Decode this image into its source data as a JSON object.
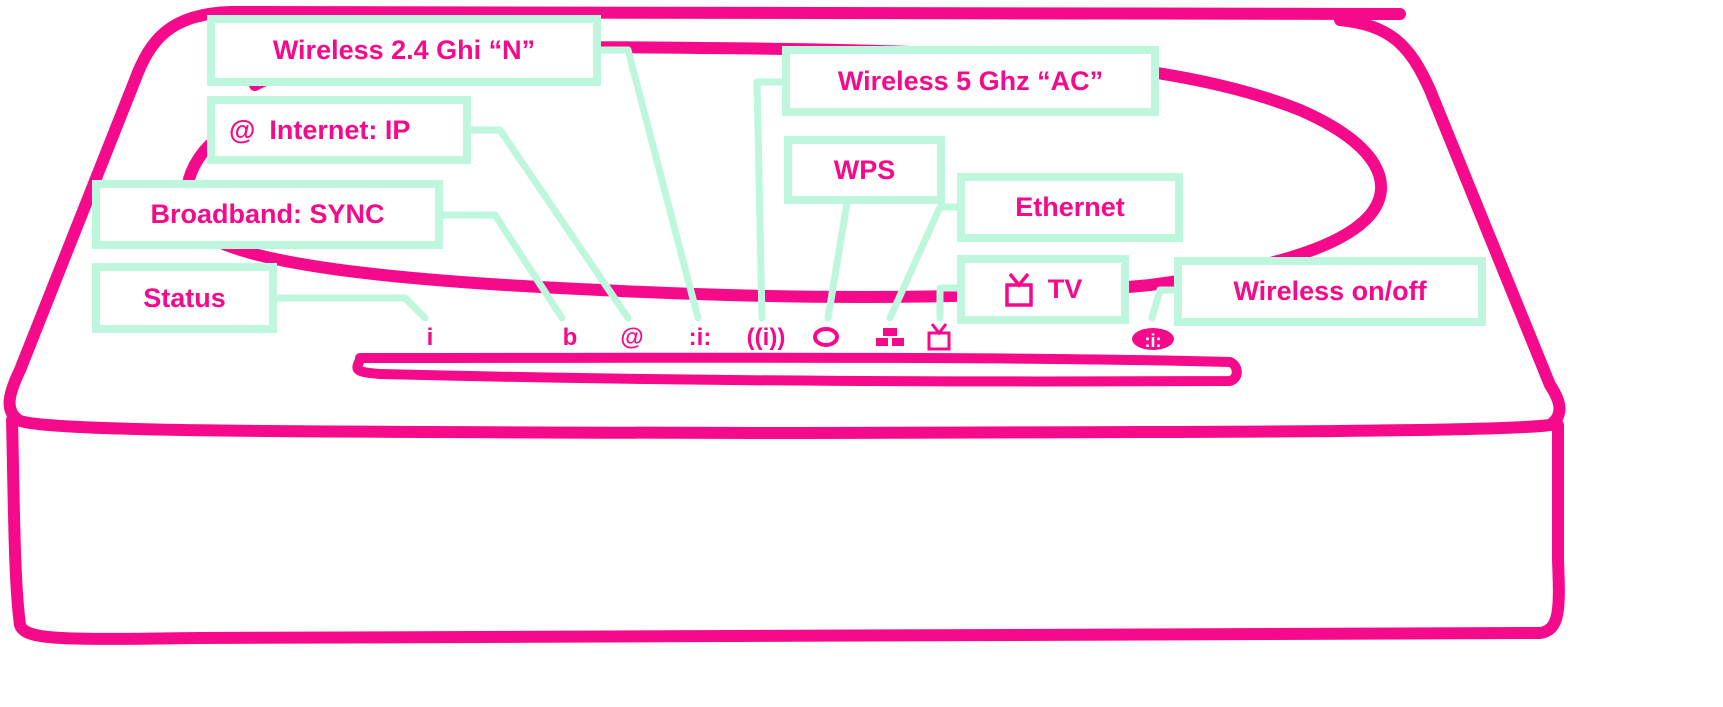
{
  "colors": {
    "outline": "#f50a8c",
    "callout": "#bff7de"
  },
  "labels": {
    "wireless24": "Wireless 2.4 Ghi “N”",
    "internet": "Internet: IP",
    "broadband": "Broadband: SYNC",
    "status": "Status",
    "wireless5": "Wireless 5 Ghz “AC”",
    "wps": "WPS",
    "ethernet": "Ethernet",
    "tv": "TV",
    "wireless_onoff": "Wireless on/off"
  },
  "icons": {
    "status": "info-icon",
    "broadband": "b-icon",
    "internet": "at-icon",
    "wireless24": "wifi-icon",
    "wireless5": "wifi-5-icon",
    "wps": "wps-icon",
    "ethernet": "ethernet-icon",
    "tv": "tv-icon",
    "wireless_onoff": "wireless-toggle-icon"
  }
}
